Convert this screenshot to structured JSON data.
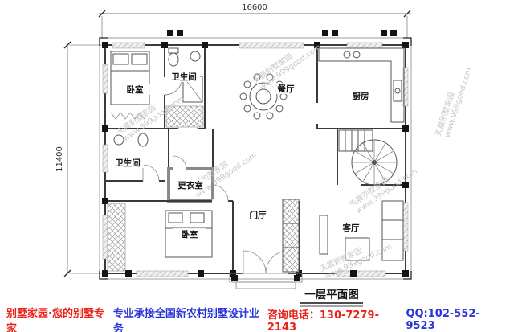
{
  "dimensions": {
    "width_label": "16600",
    "height_label": "11400"
  },
  "rooms": {
    "bedroom_tl": "卧室",
    "bath_tl": "卫生间",
    "dining": "餐厅",
    "kitchen": "厨房",
    "bath_left": "卫生间",
    "dressing": "更衣室",
    "bedroom_bl": "卧室",
    "foyer": "门厅",
    "living": "客厅"
  },
  "title": "一层平面图",
  "watermark": {
    "name": "天晨别墅家园",
    "url": "www.999good.com"
  },
  "footer": {
    "brand": "别墅家园·您的别墅专家",
    "service": "专业承接全国新农村别墅设计业务",
    "phone": "咨询电话：130-7279-2143",
    "qq": "QQ:102-552-9523"
  },
  "colors": {
    "brand_red": "#e8231a",
    "brand_blue": "#2a35d8",
    "wall": "#3a3a3a",
    "watermark_gray": "#bdbdbd"
  }
}
